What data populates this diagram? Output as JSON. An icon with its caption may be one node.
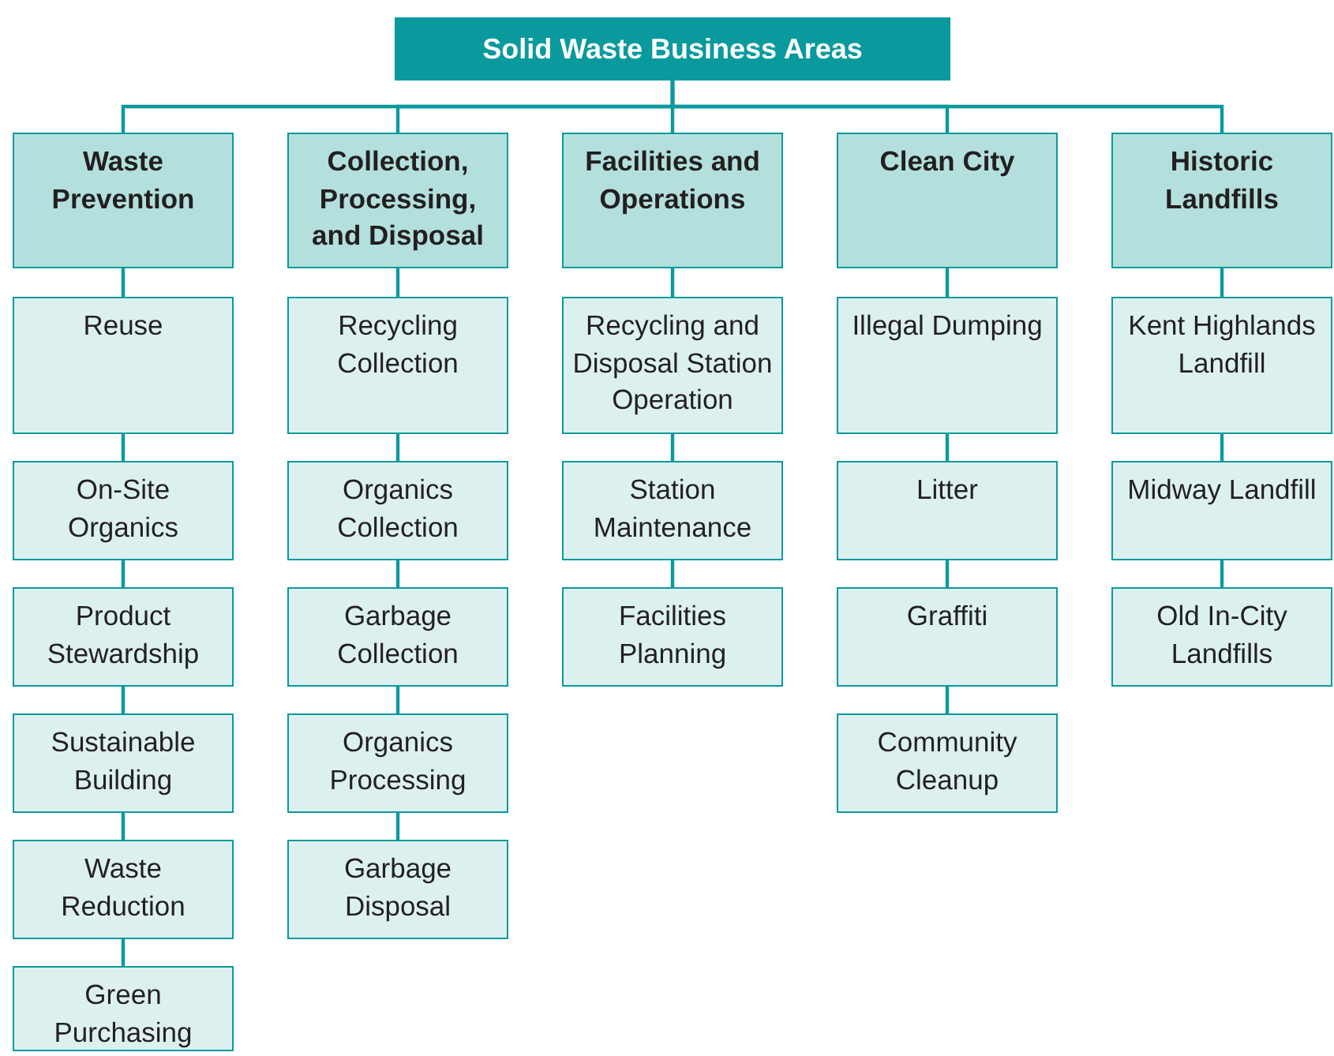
{
  "diagram": {
    "nodes": [
      {
        "text": [
          "Solid Waste Business Areas"
        ]
      },
      {
        "text": [
          "Waste Prevention"
        ]
      },
      {
        "text": [
          "Reuse"
        ]
      },
      {
        "text": [
          "On-Site Organics"
        ]
      },
      {
        "text": [
          "Product Stewardship"
        ]
      },
      {
        "text": [
          "Sustainable Building"
        ]
      },
      {
        "text": [
          "Waste Reduction"
        ]
      },
      {
        "text": [
          "Green Purchasing"
        ]
      },
      {
        "text": [
          "Collection, Processing, and Disposal"
        ]
      },
      {
        "text": [
          "Recycling Collection"
        ]
      },
      {
        "text": [
          "Organics Collection"
        ]
      },
      {
        "text": [
          "Garbage Collection"
        ]
      },
      {
        "text": [
          "Organics Processing"
        ]
      },
      {
        "text": [
          "Garbage Disposal"
        ]
      },
      {
        "text": [
          "Facilities and Operations"
        ]
      },
      {
        "text": [
          "Recycling and Disposal Station Operation"
        ]
      },
      {
        "text": [
          "Station Maintenance"
        ]
      },
      {
        "text": [
          "Facilities Planning"
        ]
      },
      {
        "text": [
          "Clean City"
        ]
      },
      {
        "text": [
          "Illegal Dumping"
        ]
      },
      {
        "text": [
          "Litter"
        ]
      },
      {
        "text": [
          "Graffiti"
        ]
      },
      {
        "text": [
          "Community Cleanup"
        ]
      },
      {
        "text": [
          "Historic Landfills"
        ]
      },
      {
        "text": [
          "Kent Highlands Landfill"
        ]
      },
      {
        "text": [
          "Midway Landfill"
        ]
      },
      {
        "text": [
          "Old In-City Landfills"
        ]
      }
    ],
    "edges": [
      {
        "from": 0,
        "to": 1,
        "arrow": "none"
      },
      {
        "from": 0,
        "to": 8,
        "arrow": "none"
      },
      {
        "from": 0,
        "to": 14,
        "arrow": "none"
      },
      {
        "from": 0,
        "to": 18,
        "arrow": "none"
      },
      {
        "from": 0,
        "to": 23,
        "arrow": "none"
      },
      {
        "from": 1,
        "to": 2,
        "arrow": "none"
      },
      {
        "from": 2,
        "to": 3,
        "arrow": "none"
      },
      {
        "from": 3,
        "to": 4,
        "arrow": "none"
      },
      {
        "from": 4,
        "to": 5,
        "arrow": "none"
      },
      {
        "from": 5,
        "to": 6,
        "arrow": "none"
      },
      {
        "from": 6,
        "to": 7,
        "arrow": "none"
      },
      {
        "from": 8,
        "to": 9,
        "arrow": "none"
      },
      {
        "from": 9,
        "to": 10,
        "arrow": "none"
      },
      {
        "from": 10,
        "to": 11,
        "arrow": "none"
      },
      {
        "from": 11,
        "to": 12,
        "arrow": "none"
      },
      {
        "from": 12,
        "to": 13,
        "arrow": "none"
      },
      {
        "from": 14,
        "to": 15,
        "arrow": "none"
      },
      {
        "from": 15,
        "to": 16,
        "arrow": "none"
      },
      {
        "from": 16,
        "to": 17,
        "arrow": "none"
      },
      {
        "from": 18,
        "to": 19,
        "arrow": "none"
      },
      {
        "from": 19,
        "to": 20,
        "arrow": "none"
      },
      {
        "from": 20,
        "to": 21,
        "arrow": "none"
      },
      {
        "from": 21,
        "to": 22,
        "arrow": "none"
      },
      {
        "from": 23,
        "to": 24,
        "arrow": "none"
      },
      {
        "from": 24,
        "to": 25,
        "arrow": "none"
      },
      {
        "from": 25,
        "to": 26,
        "arrow": "none"
      }
    ]
  }
}
